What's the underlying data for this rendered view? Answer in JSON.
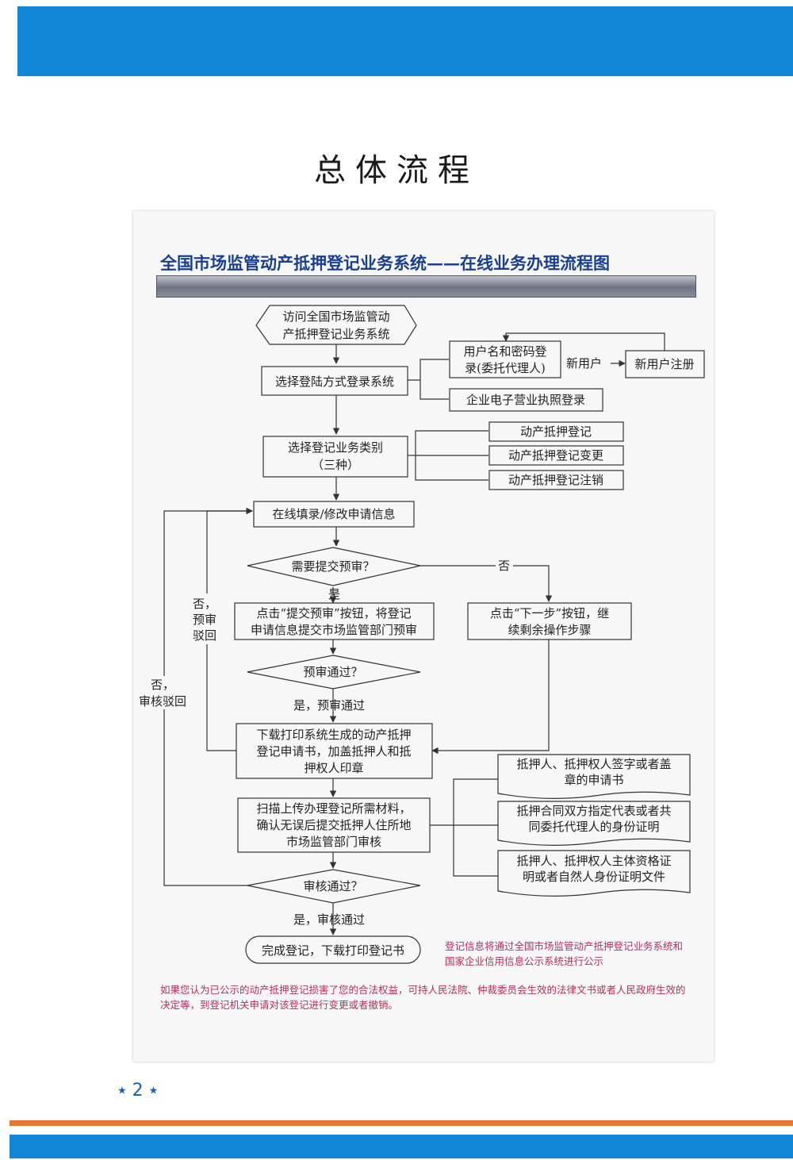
{
  "page_title": "总体流程",
  "chart_title": "全国市场监管动产抵押登记业务系统——在线业务办理流程图",
  "page_number": "2",
  "star": "★",
  "colors": {
    "band_blue": "#1287d8",
    "orange": "#e8762e",
    "note_red": "#b03060",
    "title_blue": "#1a3f8f"
  },
  "nodes": {
    "visit": [
      "访问全国市场监管动",
      "产抵押登记业务系统"
    ],
    "login_method": [
      "选择登陆方式登录系统"
    ],
    "username_login": [
      "用户名和密码登",
      "录(委托代理人)"
    ],
    "new_user_register": [
      "新用户注册"
    ],
    "license_login": [
      "企业电子营业执照登录"
    ],
    "select_type": [
      "选择登记业务类别",
      "（三种）"
    ],
    "type1": [
      "动产抵押登记"
    ],
    "type2": [
      "动产抵押登记变更"
    ],
    "type3": [
      "动产抵押登记注销"
    ],
    "fill_info": [
      "在线填录/修改申请信息"
    ],
    "need_pre": [
      "需要提交预审？"
    ],
    "submit_pre": [
      "点击“提交预审”按钮，将登记",
      "申请信息提交市场监管部门预审"
    ],
    "next_step": [
      "点击“下一步”按钮，继",
      "续剩余操作步骤"
    ],
    "pre_pass": [
      "预审通过？"
    ],
    "download_print": [
      "下载打印系统生成的动产抵押",
      "登记申请书，加盖抵押人和抵",
      "押权人印章"
    ],
    "scan_upload": [
      "扫描上传办理登记所需材料，",
      "确认无误后提交抵押人住所地",
      "市场监管部门审核"
    ],
    "review_pass": [
      "审核通过？"
    ],
    "complete": [
      "完成登记，下载打印登记书"
    ],
    "doc1": [
      "抵押人、抵押权人签字或者盖",
      "章的申请书"
    ],
    "doc2": [
      "抵押合同双方指定代表或者共",
      "同委托代理人的身份证明"
    ],
    "doc3": [
      "抵押人、抵押权人主体资格证",
      "明或者自然人身份证明文件"
    ]
  },
  "labels": {
    "new_user": "新用户",
    "no": "否",
    "yes": "是",
    "yes_pre": "是，预审通过",
    "no_pre": [
      "否，",
      "预审",
      "驳回"
    ],
    "no_review": [
      "否，",
      "审核驳回"
    ],
    "yes_review": "是，审核通过"
  },
  "notes": {
    "right": "登记信息将通过全国市场监管动产抵押登记业务系统和国家企业信用信息公示系统进行公示",
    "bottom": "如果您认为已公示的动产抵押登记损害了您的合法权益，可持人民法院、仲裁委员会生效的法律文书或者人民政府生效的决定等，到登记机关申请对该登记进行变更或者撤销。"
  }
}
